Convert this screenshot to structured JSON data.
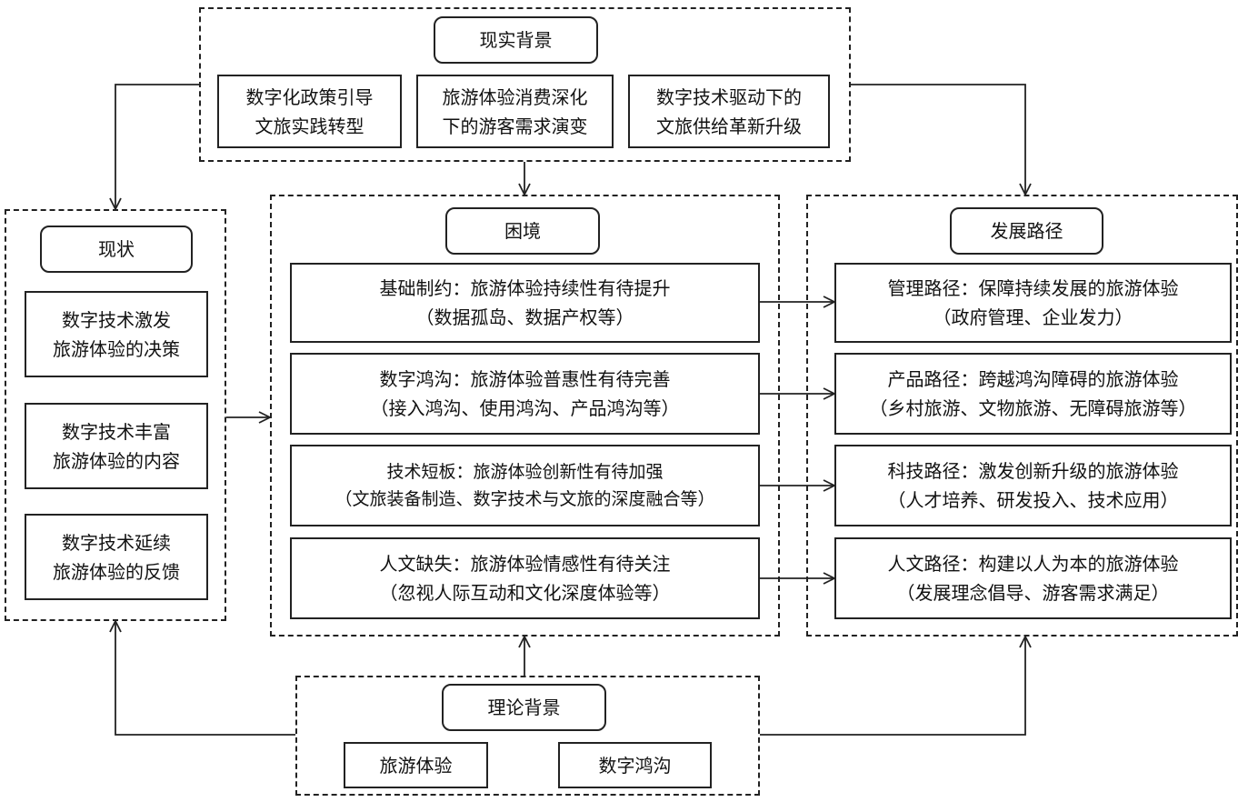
{
  "reality": {
    "title": "现实背景",
    "items": [
      {
        "line1": "数字化政策引导",
        "line2": "文旅实践转型"
      },
      {
        "line1": "旅游体验消费深化",
        "line2": "下的游客需求演变"
      },
      {
        "line1": "数字技术驱动下的",
        "line2": "文旅供给革新升级"
      }
    ]
  },
  "status": {
    "title": "现状",
    "items": [
      {
        "line1": "数字技术激发",
        "line2": "旅游体验的决策"
      },
      {
        "line1": "数字技术丰富",
        "line2": "旅游体验的内容"
      },
      {
        "line1": "数字技术延续",
        "line2": "旅游体验的反馈"
      }
    ]
  },
  "dilemma": {
    "title": "困境",
    "items": [
      {
        "line1": "基础制约：旅游体验持续性有待提升",
        "line2": "（数据孤岛、数据产权等）"
      },
      {
        "line1": "数字鸿沟：旅游体验普惠性有待完善",
        "line2": "（接入鸿沟、使用鸿沟、产品鸿沟等）"
      },
      {
        "line1": "技术短板：旅游体验创新性有待加强",
        "line2": "（文旅装备制造、数字技术与文旅的深度融合等）"
      },
      {
        "line1": "人文缺失：旅游体验情感性有待关注",
        "line2": "（忽视人际互动和文化深度体验等）"
      }
    ]
  },
  "paths": {
    "title": "发展路径",
    "items": [
      {
        "line1": "管理路径：保障持续发展的旅游体验",
        "line2": "（政府管理、企业发力）"
      },
      {
        "line1": "产品路径：跨越鸿沟障碍的旅游体验",
        "line2": "（乡村旅游、文物旅游、无障碍旅游等）"
      },
      {
        "line1": "科技路径：激发创新升级的旅游体验",
        "line2": "（人才培养、研发投入、技术应用）"
      },
      {
        "line1": "人文路径：构建以人为本的旅游体验",
        "line2": "（发展理念倡导、游客需求满足）"
      }
    ]
  },
  "theory": {
    "title": "理论背景",
    "items": [
      "旅游体验",
      "数字鸿沟"
    ]
  }
}
